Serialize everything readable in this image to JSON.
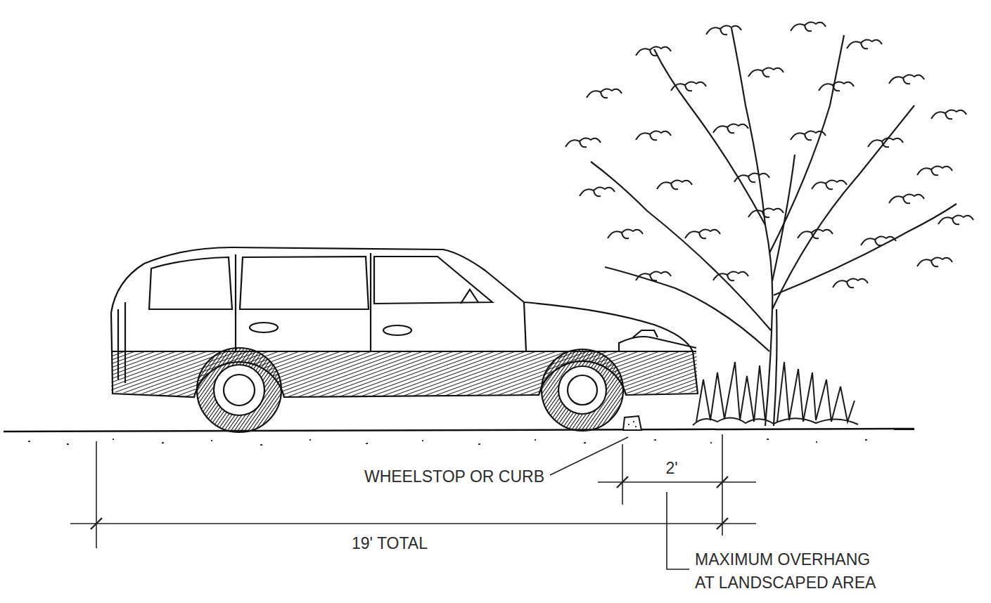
{
  "diagram": {
    "labels": [
      "WHEELSTOP OR CURB",
      "2'",
      "19' TOTAL",
      "MAXIMUM OVERHANG AT LANDSCAPED AREA"
    ]
  }
}
